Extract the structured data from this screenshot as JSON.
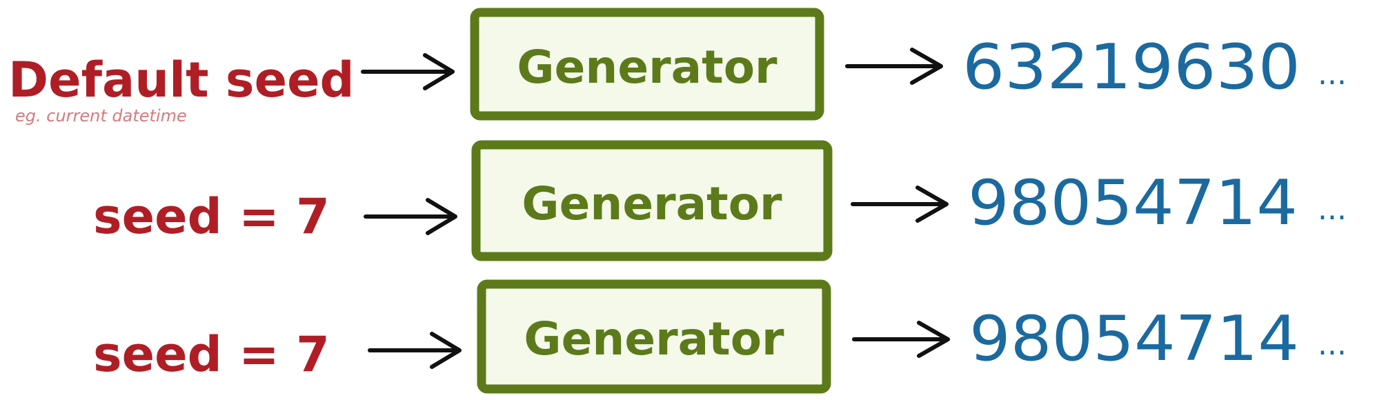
{
  "rows": [
    {
      "seed": "Default seed",
      "note": "eg. current datetime",
      "generator": "Generator",
      "output": "63219630",
      "ellipsis": "..."
    },
    {
      "seed": "seed = 7",
      "generator": "Generator",
      "output": "98054714",
      "ellipsis": "..."
    },
    {
      "seed": "seed = 7",
      "generator": "Generator",
      "output": "98054714",
      "ellipsis": "..."
    }
  ],
  "colors": {
    "seed": "#b01e25",
    "note": "#d47a7d",
    "generator": "#5c7a1a",
    "box_fill": "#f4f9ea",
    "output": "#1a6aa0",
    "arrow": "#111111"
  }
}
